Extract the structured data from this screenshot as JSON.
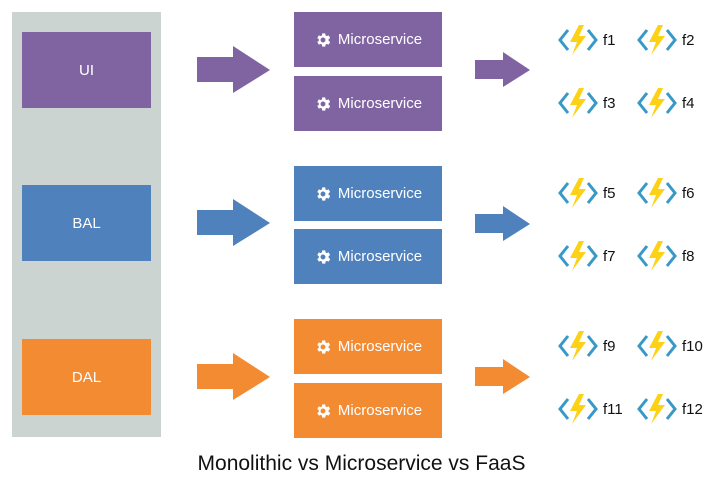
{
  "title": "Monolithic vs Microservice vs FaaS",
  "colors": {
    "panel": "#cbd4d0",
    "purple": "#8064a2",
    "blue": "#4f81bd",
    "orange": "#f38b33",
    "bolt": "#fcd116",
    "bracket": "#3999c6"
  },
  "monolith": {
    "layers": [
      {
        "label": "UI",
        "color": "#8064a2"
      },
      {
        "label": "BAL",
        "color": "#4f81bd"
      },
      {
        "label": "DAL",
        "color": "#f38b33"
      }
    ]
  },
  "microservices": [
    {
      "label": "Microservice",
      "icon": "gear-icon"
    },
    {
      "label": "Microservice",
      "icon": "gear-icon"
    },
    {
      "label": "Microservice",
      "icon": "gear-icon"
    },
    {
      "label": "Microservice",
      "icon": "gear-icon"
    },
    {
      "label": "Microservice",
      "icon": "gear-icon"
    },
    {
      "label": "Microservice",
      "icon": "gear-icon"
    }
  ],
  "functions": [
    {
      "label": "f1",
      "icon": "azure-function-icon"
    },
    {
      "label": "f2",
      "icon": "azure-function-icon"
    },
    {
      "label": "f3",
      "icon": "azure-function-icon"
    },
    {
      "label": "f4",
      "icon": "azure-function-icon"
    },
    {
      "label": "f5",
      "icon": "azure-function-icon"
    },
    {
      "label": "f6",
      "icon": "azure-function-icon"
    },
    {
      "label": "f7",
      "icon": "azure-function-icon"
    },
    {
      "label": "f8",
      "icon": "azure-function-icon"
    },
    {
      "label": "f9",
      "icon": "azure-function-icon"
    },
    {
      "label": "f10",
      "icon": "azure-function-icon"
    },
    {
      "label": "f11",
      "icon": "azure-function-icon"
    },
    {
      "label": "f12",
      "icon": "azure-function-icon"
    }
  ]
}
